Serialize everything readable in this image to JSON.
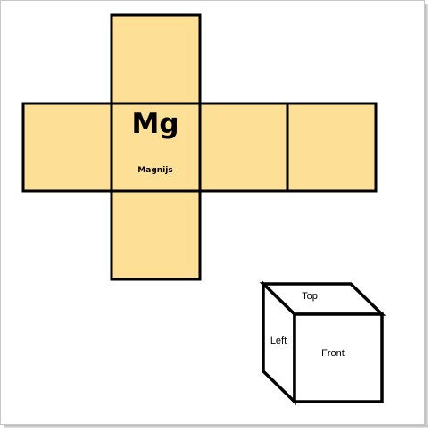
{
  "net": {
    "fill_color": "#fedf96",
    "stroke_color": "#000000",
    "element": {
      "symbol": "Mg",
      "name": "Magnijs"
    }
  },
  "cube": {
    "top_label": "Top",
    "left_label": "Left",
    "front_label": "Front"
  }
}
